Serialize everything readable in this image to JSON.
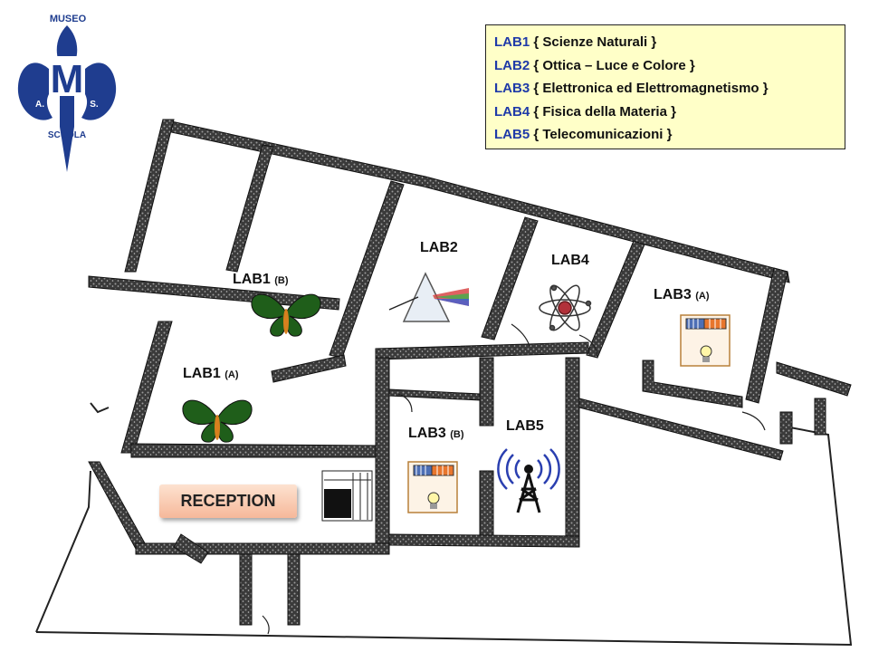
{
  "logo": {
    "top_text": "MUSEO",
    "letter_m": "M",
    "letter_a": "A.",
    "letter_s": "S.",
    "bottom_text": "SCUOLA",
    "color": "#1f3d8f"
  },
  "legend": {
    "items": [
      {
        "code": "LAB1",
        "desc": "{ Scienze Naturali }"
      },
      {
        "code": "LAB2",
        "desc": "{ Ottica – Luce e Colore }"
      },
      {
        "code": "LAB3",
        "desc": "{ Elettronica ed Elettromagnetismo }"
      },
      {
        "code": "LAB4",
        "desc": "{ Fisica della Materia }"
      },
      {
        "code": "LAB5",
        "desc": "{ Telecomunicazioni }"
      }
    ],
    "background": "#ffffc8",
    "code_color": "#1f3aa8"
  },
  "rooms": {
    "lab1b": {
      "name": "LAB1",
      "suffix": "(B)",
      "icon": "butterfly-icon"
    },
    "lab1a": {
      "name": "LAB1",
      "suffix": "(A)",
      "icon": "butterfly-icon"
    },
    "lab2": {
      "name": "LAB2",
      "icon": "prism-icon"
    },
    "lab4": {
      "name": "LAB4",
      "icon": "atom-icon"
    },
    "lab3a": {
      "name": "LAB3",
      "suffix": "(A)",
      "icon": "circuit-icon"
    },
    "lab3b": {
      "name": "LAB3",
      "suffix": "(B)",
      "icon": "circuit-icon"
    },
    "lab5": {
      "name": "LAB5",
      "icon": "antenna-icon"
    }
  },
  "reception": {
    "label": "RECEPTION"
  }
}
